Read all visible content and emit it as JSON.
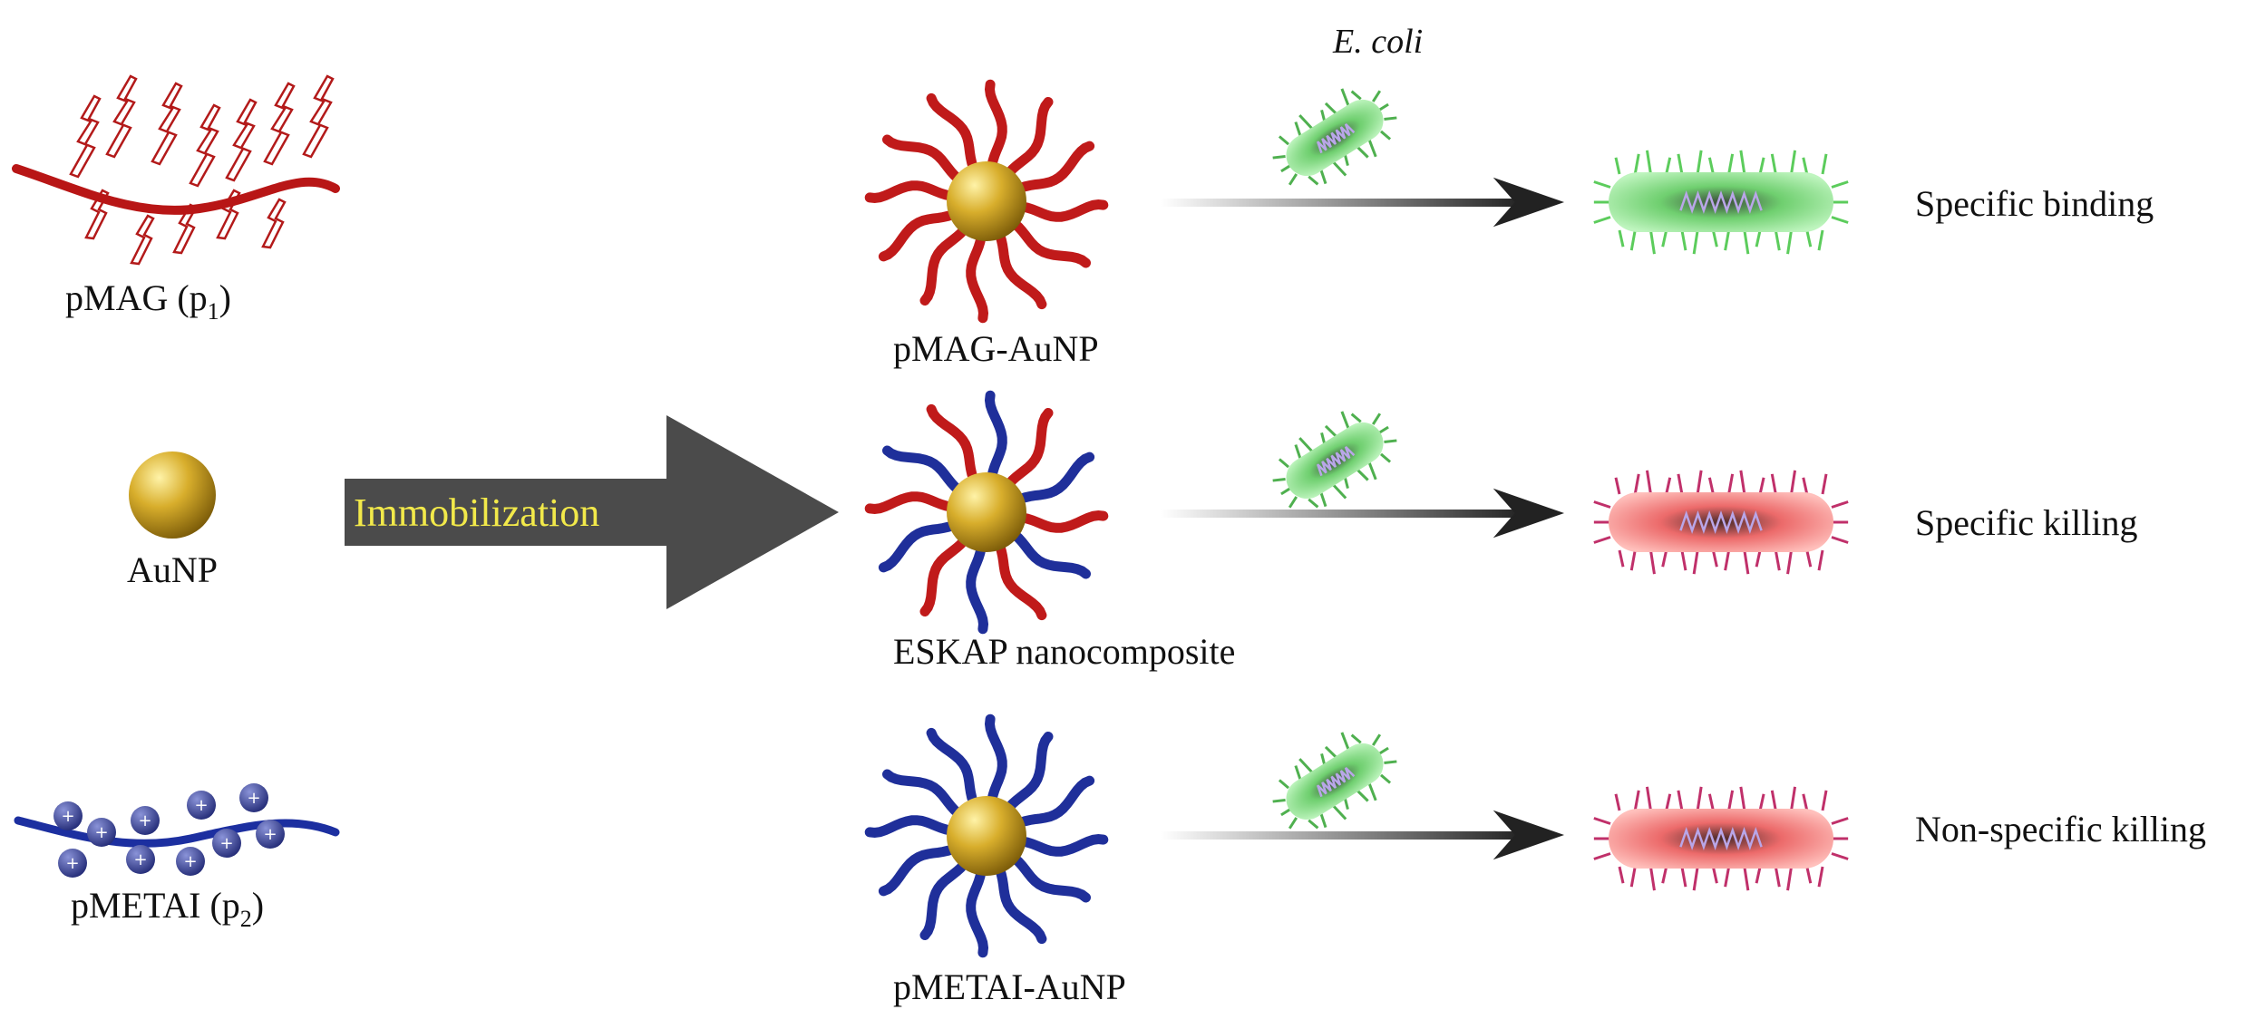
{
  "labels": {
    "pmag": "pMAG (p",
    "pmag_sub": "1",
    "aunp": "AuNP",
    "pmetai": "pMETAI (p",
    "pmetai_sub": "2",
    "close_paren": ")",
    "immobilization": "Immobilization",
    "ecoli": "E. coli",
    "pmag_aunp": "pMAG-AuNP",
    "eskap": "ESKAP nanocomposite",
    "pmetai_aunp": "pMETAI-AuNP",
    "specific_binding": "Specific binding",
    "specific_killing": "Specific killing",
    "non_specific_killing": "Non-specific killing"
  },
  "colors": {
    "pmag_polymer": "#c01a1a",
    "pmetai_polymer": "#1f2f9a",
    "gold": "#d4a92a",
    "bound_bacterium": "#7be07b",
    "killed_bacterium": "#f06a6a",
    "killed_pili": "#c0306a",
    "immobilization_text": "#f2e94a",
    "big_arrow": "#4a4a4a"
  },
  "icons": [
    "wavy-polymer-icon",
    "gold-nanoparticle-icon",
    "bacterium-icon",
    "arrow-icon",
    "plus-charge-icon"
  ]
}
